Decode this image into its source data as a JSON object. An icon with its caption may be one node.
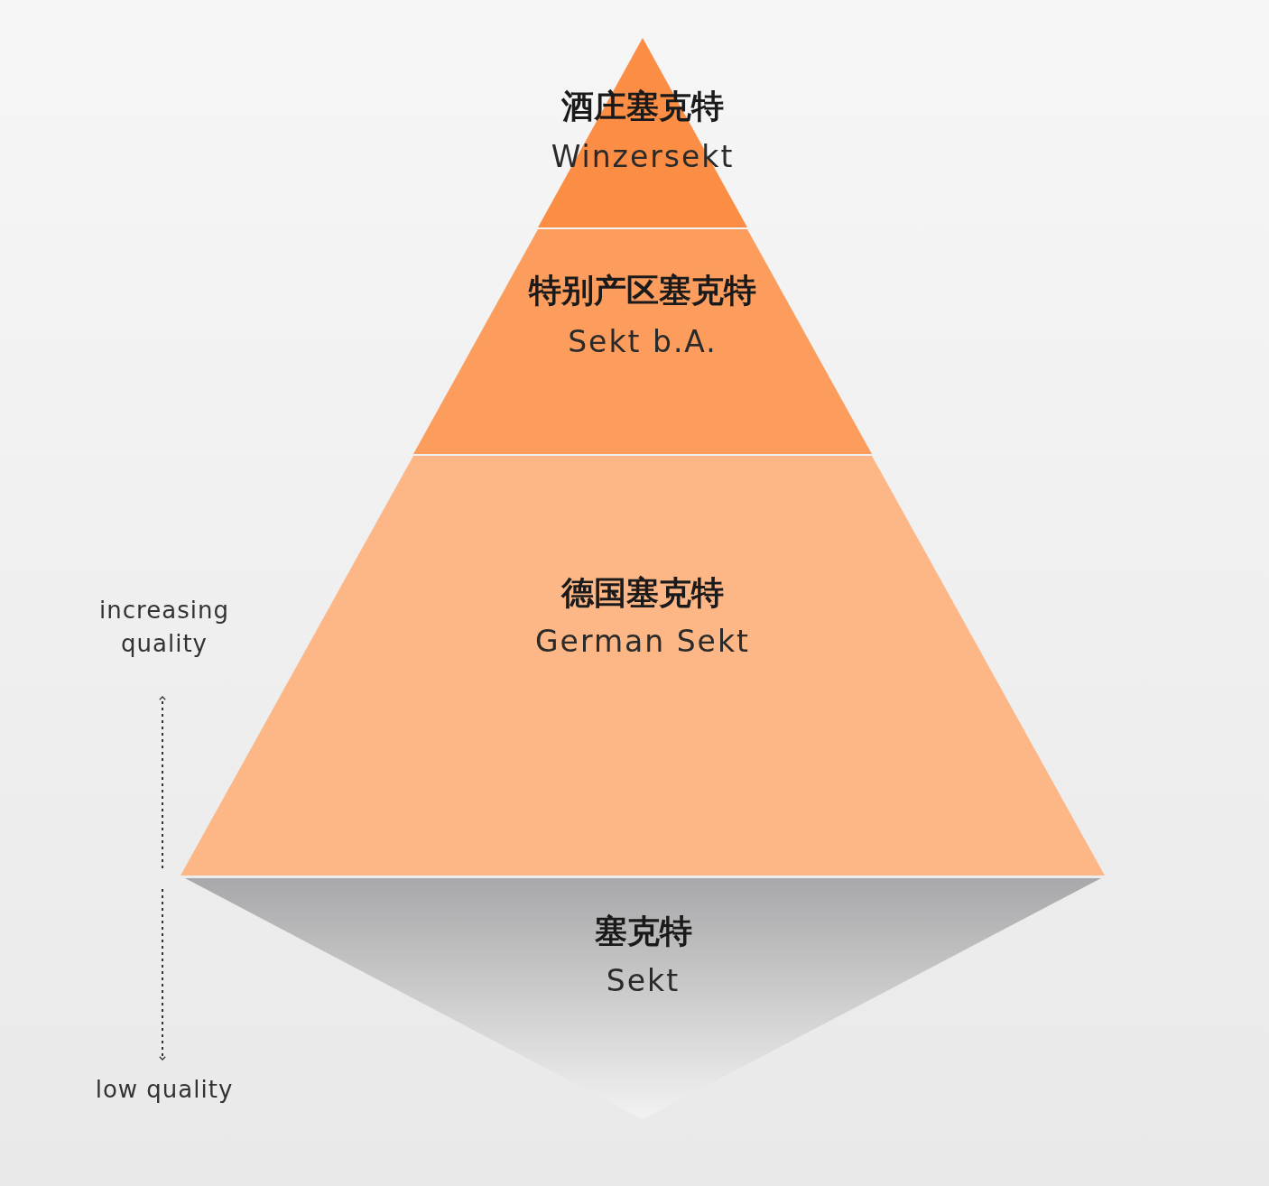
{
  "diagram": {
    "nodes": [
      {
        "text": [
          "酒庄塞克特",
          "Winzersekt"
        ]
      },
      {
        "text": [
          "特别产区塞克特",
          "Sekt b.A."
        ]
      },
      {
        "text": [
          "德国塞克特",
          "German Sekt"
        ]
      },
      {
        "text": [
          "塞克特",
          "Sekt"
        ]
      }
    ],
    "labels": [
      "increasing quality",
      "low quality"
    ]
  }
}
